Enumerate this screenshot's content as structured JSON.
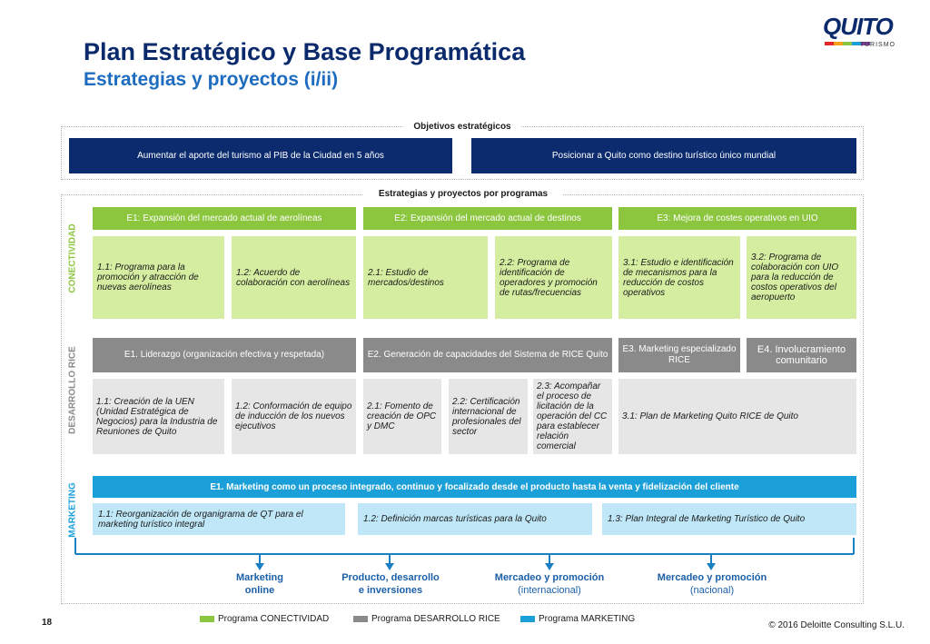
{
  "header": {
    "title": "Plan Estratégico y Base Programática",
    "subtitle": "Estrategias y proyectos (i/ii)"
  },
  "logo": {
    "word": "QUITO",
    "sub": "TURISMO"
  },
  "objectives": {
    "label": "Objetivos estratégicos",
    "items": [
      "Aumentar el aporte del turismo al PIB de la Ciudad en 5 años",
      "Posicionar a Quito como destino turístico único mundial"
    ]
  },
  "strategies": {
    "label": "Estrategias y proyectos por  programas",
    "conectividad": {
      "label": "CONECTIVIDAD",
      "headers": [
        "E1: Expansión del mercado actual de aerolíneas",
        "E2: Expansión del mercado actual de destinos",
        "E3: Mejora de costes operativos en UIO"
      ],
      "projects": [
        "1.1: Programa para la promoción y atracción de nuevas aerolíneas",
        "1.2: Acuerdo de colaboración con aerolíneas",
        "2.1: Estudio de mercados/destinos",
        "2.2: Programa de identificación de operadores y promoción de rutas/frecuencias",
        "3.1: Estudio e identificación de mecanismos para la reducción de costos operativos",
        "3.2: Programa de colaboración con UIO para la reducción de costos operativos del aeropuerto"
      ]
    },
    "rice": {
      "label": "DESARROLLO RICE",
      "headers": [
        "E1. Liderazgo (organización efectiva y respetada)",
        "E2. Generación de capacidades del Sistema de RICE Quito",
        "E3. Marketing especializado RICE",
        "E4. Involucramiento comunitario"
      ],
      "projects": [
        "1.1: Creación de la UEN (Unidad Estratégica de Negocios) para la Industria de Reuniones de Quito",
        "1.2: Conformación de equipo de inducción de los nuevos ejecutivos",
        "2.1: Fomento de creación de OPC y DMC",
        "2.2: Certificación internacional de profesionales del sector",
        "2.3: Acompañar el proceso de licitación de la operación del CC para establecer relación comercial",
        "3.1: Plan de Marketing Quito RICE de Quito"
      ]
    },
    "marketing": {
      "label": "MARKETING",
      "header": "E1. Marketing como un proceso integrado, continuo y focalizado desde el producto hasta la venta y fidelización del cliente",
      "projects": [
        "1.1: Reorganización de organigrama de QT para el marketing turístico integral",
        "1.2: Definición marcas turísticas para la Quito",
        "1.3: Plan Integral de Marketing Turístico de Quito"
      ]
    },
    "outcomes": [
      {
        "bold": "Marketing",
        "rest": "online"
      },
      {
        "bold": "Producto, desarrollo",
        "rest": "e inversiones"
      },
      {
        "bold": "Mercadeo y promoción",
        "rest": "(internacional)"
      },
      {
        "bold": "Mercadeo y promoción",
        "rest": "(nacional)"
      }
    ]
  },
  "legend": [
    {
      "label": "Programa CONECTIVIDAD",
      "color": "#8cc63f"
    },
    {
      "label": "Programa DESARROLLO RICE",
      "color": "#8a8a8a"
    },
    {
      "label": "Programa MARKETING",
      "color": "#1b9fd8"
    }
  ],
  "footer": {
    "page": "18",
    "copyright": "© 2016 Deloitte Consulting S.L.U."
  },
  "colors": {
    "navy": "#0b2b6e",
    "green": "#8cc63f",
    "gray": "#8a8a8a",
    "blue": "#1b9fd8"
  }
}
